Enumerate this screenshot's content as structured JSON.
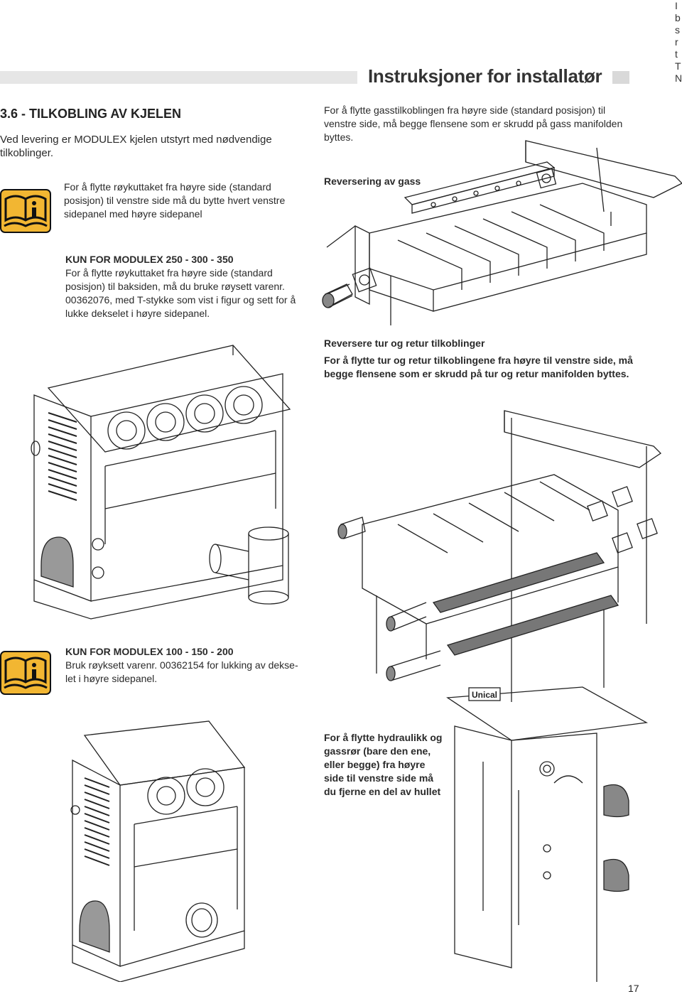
{
  "header": {
    "title": "Instruksjoner for installatør",
    "edge_fragment": [
      "I",
      "b",
      "s",
      "r",
      "t",
      "T",
      "N"
    ]
  },
  "section": {
    "title": "3.6  -  TILKOBLING AV KJELEN",
    "intro": [
      "Ved levering er MODULEX kjelen utstyrt med nødvendige",
      "tilkoblinger."
    ]
  },
  "note_flue": {
    "lines": [
      "For å flytte røykuttaket fra høyre side (standard",
      "posisjon) til venstre side må du bytte hvert venstre",
      "sidepanel med høyre sidepanel"
    ]
  },
  "modulex_large": {
    "heading": "KUN FOR MODULEX  250 - 300 - 350",
    "lines": [
      "For å flytte røykuttaket fra høyre side (standard",
      "posisjon) til baksiden, må du bruke røysett varenr.",
      "00362076, med T-stykke som vist i figur  og sett for å",
      "lukke dekselet i høyre sidepanel."
    ]
  },
  "modulex_small": {
    "heading": "KUN FOR MODULEX 100 - 150 - 200",
    "lines": [
      "Bruk røyksett varenr. 00362154 for lukking av dekse-",
      "let i høyre sidepanel."
    ]
  },
  "gas": {
    "lines": [
      "For å flytte gasstilkoblingen fra høyre side (standard posisjon) til",
      "venstre side, må begge flensene som er skrudd på gass manifolden",
      "byttes."
    ],
    "reversal_label": "Reversering av gass"
  },
  "flow_return": {
    "heading": "Reversere tur og retur tilkoblinger",
    "lines": [
      "For å flytte tur og retur tilkoblingene fra høyre til venstre side, må",
      "begge flensene som er skrudd på tur og retur manifolden byttes."
    ]
  },
  "hydraulic": {
    "lines": [
      "For å flytte hydraulikk og",
      "gassrør (bare den ene,",
      "eller begge) fra høyre",
      "side til venstre side må",
      "du fjerne en del av hullet"
    ]
  },
  "brand_label": "Unical",
  "page_number": "17",
  "icons": [
    "info-book-icon"
  ],
  "colors": {
    "header_bar": "#e6e6e6",
    "icon_bg": "#f2b632",
    "text": "#1a1a1a"
  }
}
